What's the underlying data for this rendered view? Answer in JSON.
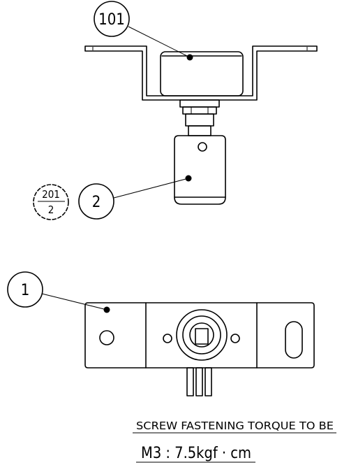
{
  "balloons": {
    "b101": "101",
    "b201_top": "201",
    "b201_bottom": "2",
    "b2": "2",
    "b1": "1"
  },
  "note": {
    "line1": "SCREW FASTENING TORQUE TO BE",
    "line2": "M3 : 7.5kgf · cm"
  }
}
